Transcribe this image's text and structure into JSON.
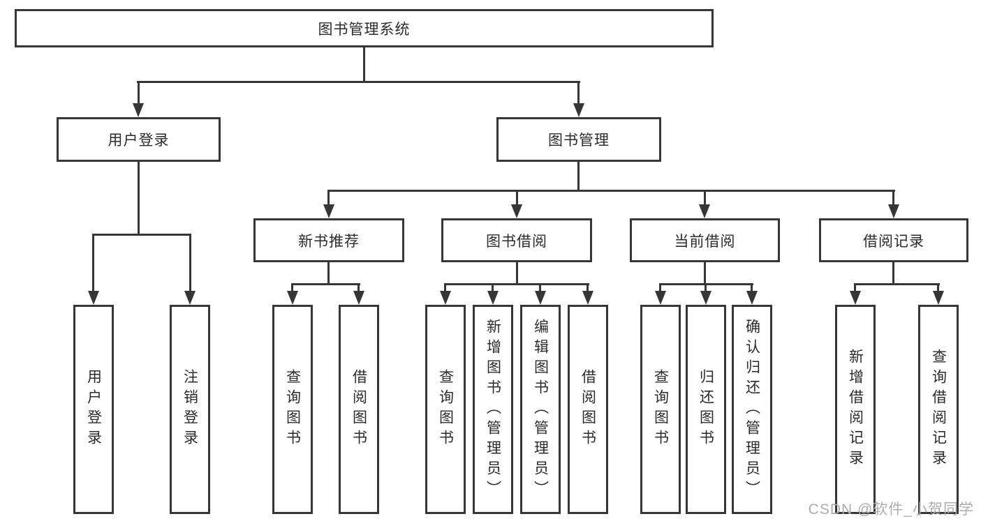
{
  "tree": {
    "label": "图书管理系统",
    "children": [
      {
        "label": "用户登录",
        "children": [
          {
            "label": "用户登录"
          },
          {
            "label": "注销登录"
          }
        ]
      },
      {
        "label": "图书管理",
        "children": [
          {
            "label": "新书推荐",
            "children": [
              {
                "label": "查询图书"
              },
              {
                "label": "借阅图书"
              }
            ]
          },
          {
            "label": "图书借阅",
            "children": [
              {
                "label": "查询图书"
              },
              {
                "label": "新增图书（管理员）"
              },
              {
                "label": "编辑图书（管理员）"
              },
              {
                "label": "借阅图书"
              }
            ]
          },
          {
            "label": "当前借阅",
            "children": [
              {
                "label": "查询图书"
              },
              {
                "label": "归还图书"
              },
              {
                "label": "确认归还（管理员）"
              }
            ]
          },
          {
            "label": "借阅记录",
            "children": [
              {
                "label": "新增借阅记录"
              },
              {
                "label": "查询借阅记录"
              }
            ]
          }
        ]
      }
    ]
  },
  "watermark": {
    "text": "CSDN @软件_小贺同学"
  },
  "colors": {
    "bg": "#ffffff",
    "line": "#363636",
    "text": "#2b2b2b",
    "wm": "#adadad"
  }
}
